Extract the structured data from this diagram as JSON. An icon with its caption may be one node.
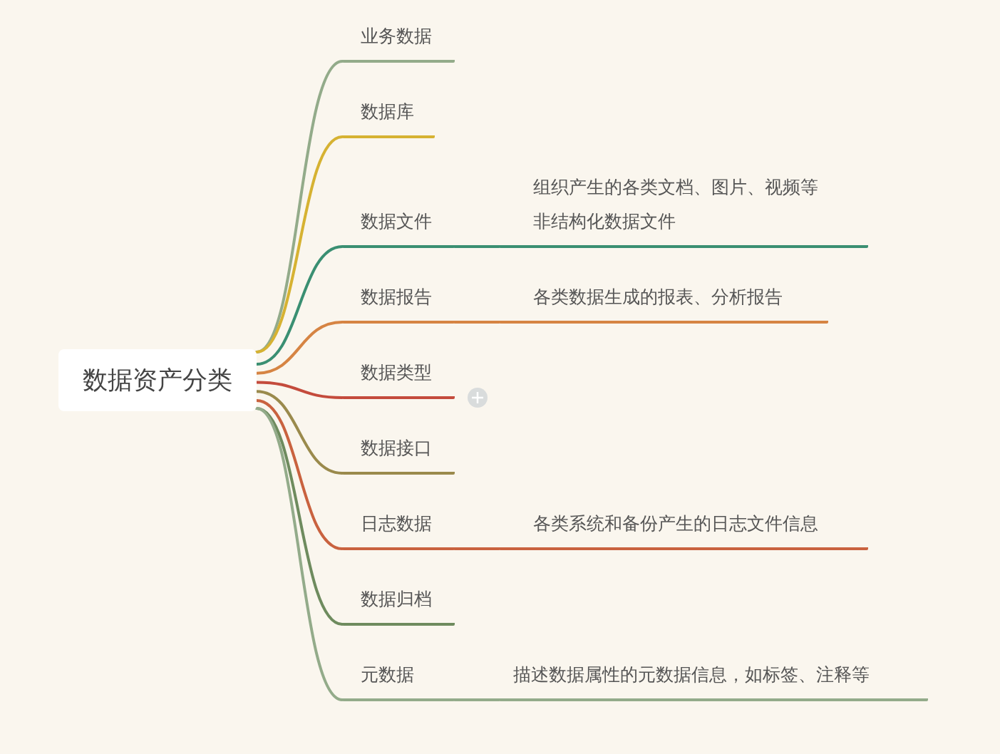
{
  "diagram": {
    "nodes": [
      {
        "text": [
          "数据资产分类"
        ]
      },
      {
        "text": [
          "业务数据"
        ]
      },
      {
        "text": [
          "数据库"
        ]
      },
      {
        "text": [
          "数据文件"
        ]
      },
      {
        "text": [
          "组织产生的各类文档、图片、视频等非结构化数据文件"
        ]
      },
      {
        "text": [
          "数据报告"
        ]
      },
      {
        "text": [
          "各类数据生成的报表、分析报告"
        ]
      },
      {
        "text": [
          "数据类型"
        ]
      },
      {
        "text": [
          "数据接口"
        ]
      },
      {
        "text": [
          "日志数据"
        ]
      },
      {
        "text": [
          "各类系统和备份产生的日志文件信息"
        ]
      },
      {
        "text": [
          "数据归档"
        ]
      },
      {
        "text": [
          "元数据"
        ]
      },
      {
        "text": [
          "描述数据属性的元数据信息，如标签、注释等"
        ]
      }
    ],
    "edges": [
      {
        "from": 0,
        "to": 1,
        "arrow": "none",
        "color": "#93ab8a"
      },
      {
        "from": 0,
        "to": 2,
        "arrow": "none",
        "color": "#d6b232"
      },
      {
        "from": 0,
        "to": 3,
        "arrow": "none",
        "color": "#3a8f72"
      },
      {
        "from": 3,
        "to": 4,
        "arrow": "none",
        "color": "#3a8f72"
      },
      {
        "from": 0,
        "to": 5,
        "arrow": "none",
        "color": "#d68443"
      },
      {
        "from": 5,
        "to": 6,
        "arrow": "none",
        "color": "#d68443"
      },
      {
        "from": 0,
        "to": 7,
        "arrow": "none",
        "color": "#c44b3c"
      },
      {
        "from": 0,
        "to": 8,
        "arrow": "none",
        "color": "#9a8a4c"
      },
      {
        "from": 0,
        "to": 9,
        "arrow": "none",
        "color": "#c9623f"
      },
      {
        "from": 9,
        "to": 10,
        "arrow": "none",
        "color": "#c9623f"
      },
      {
        "from": 0,
        "to": 11,
        "arrow": "none",
        "color": "#6e8b5e"
      },
      {
        "from": 0,
        "to": 12,
        "arrow": "none",
        "color": "#93ab8a"
      },
      {
        "from": 12,
        "to": 13,
        "arrow": "none",
        "color": "#93ab8a"
      }
    ]
  }
}
